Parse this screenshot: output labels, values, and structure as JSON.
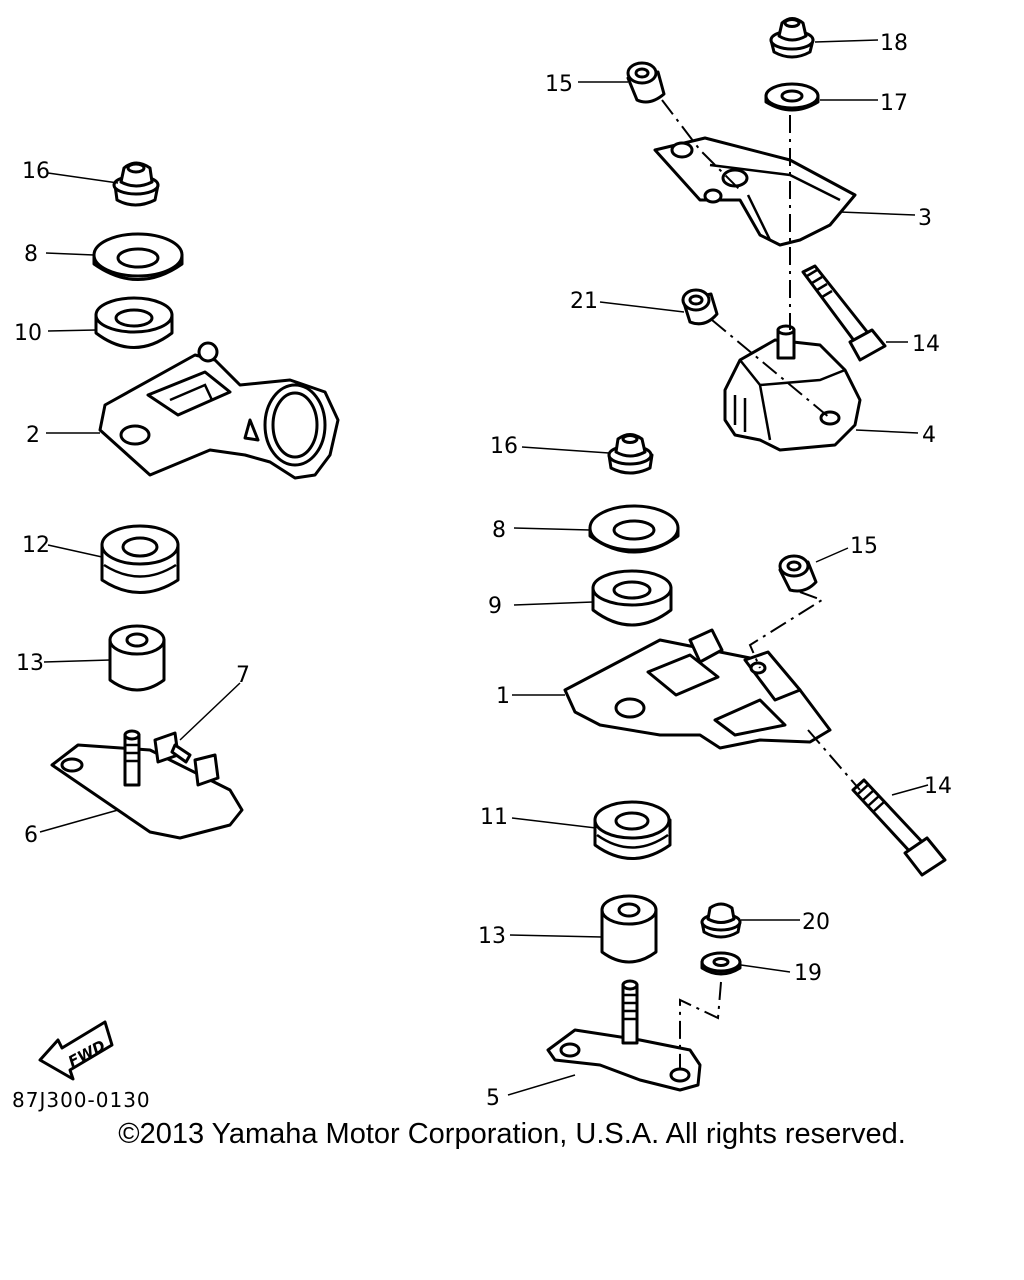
{
  "callouts": {
    "c16_left": "16",
    "c8_left": "8",
    "c10": "10",
    "c2": "2",
    "c12": "12",
    "c13_left": "13",
    "c7": "7",
    "c6": "6",
    "c18": "18",
    "c15_top": "15",
    "c17": "17",
    "c3": "3",
    "c21": "21",
    "c14_top": "14",
    "c4": "4",
    "c16_right": "16",
    "c8_right": "8",
    "c15_right": "15",
    "c9": "9",
    "c1": "1",
    "c14_bottom": "14",
    "c11": "11",
    "c13_right": "13",
    "c20": "20",
    "c19": "19",
    "c5": "5"
  },
  "fwd_label": "FWD",
  "diagram_code": "87J300-0130",
  "copyright": "©2013 Yamaha Motor Corporation, U.S.A. All rights reserved."
}
